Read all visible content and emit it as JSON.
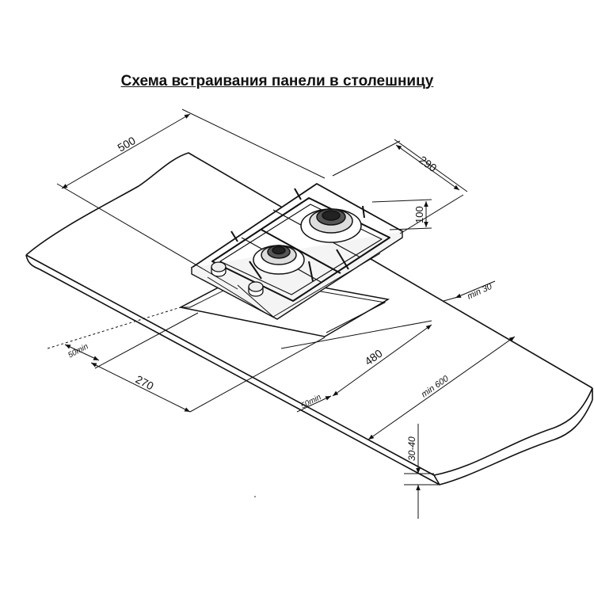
{
  "title": "Схема встраивания панели в столешницу",
  "dimensions": {
    "d500": "500",
    "d290": "290",
    "d100": "100",
    "min30": "min 30",
    "min50_left": "50min",
    "d270": "270",
    "d480": "480",
    "min50_front": "50min",
    "min600": "min 600",
    "d30_40": "30-40"
  },
  "colors": {
    "line": "#111111",
    "background": "#ffffff"
  }
}
